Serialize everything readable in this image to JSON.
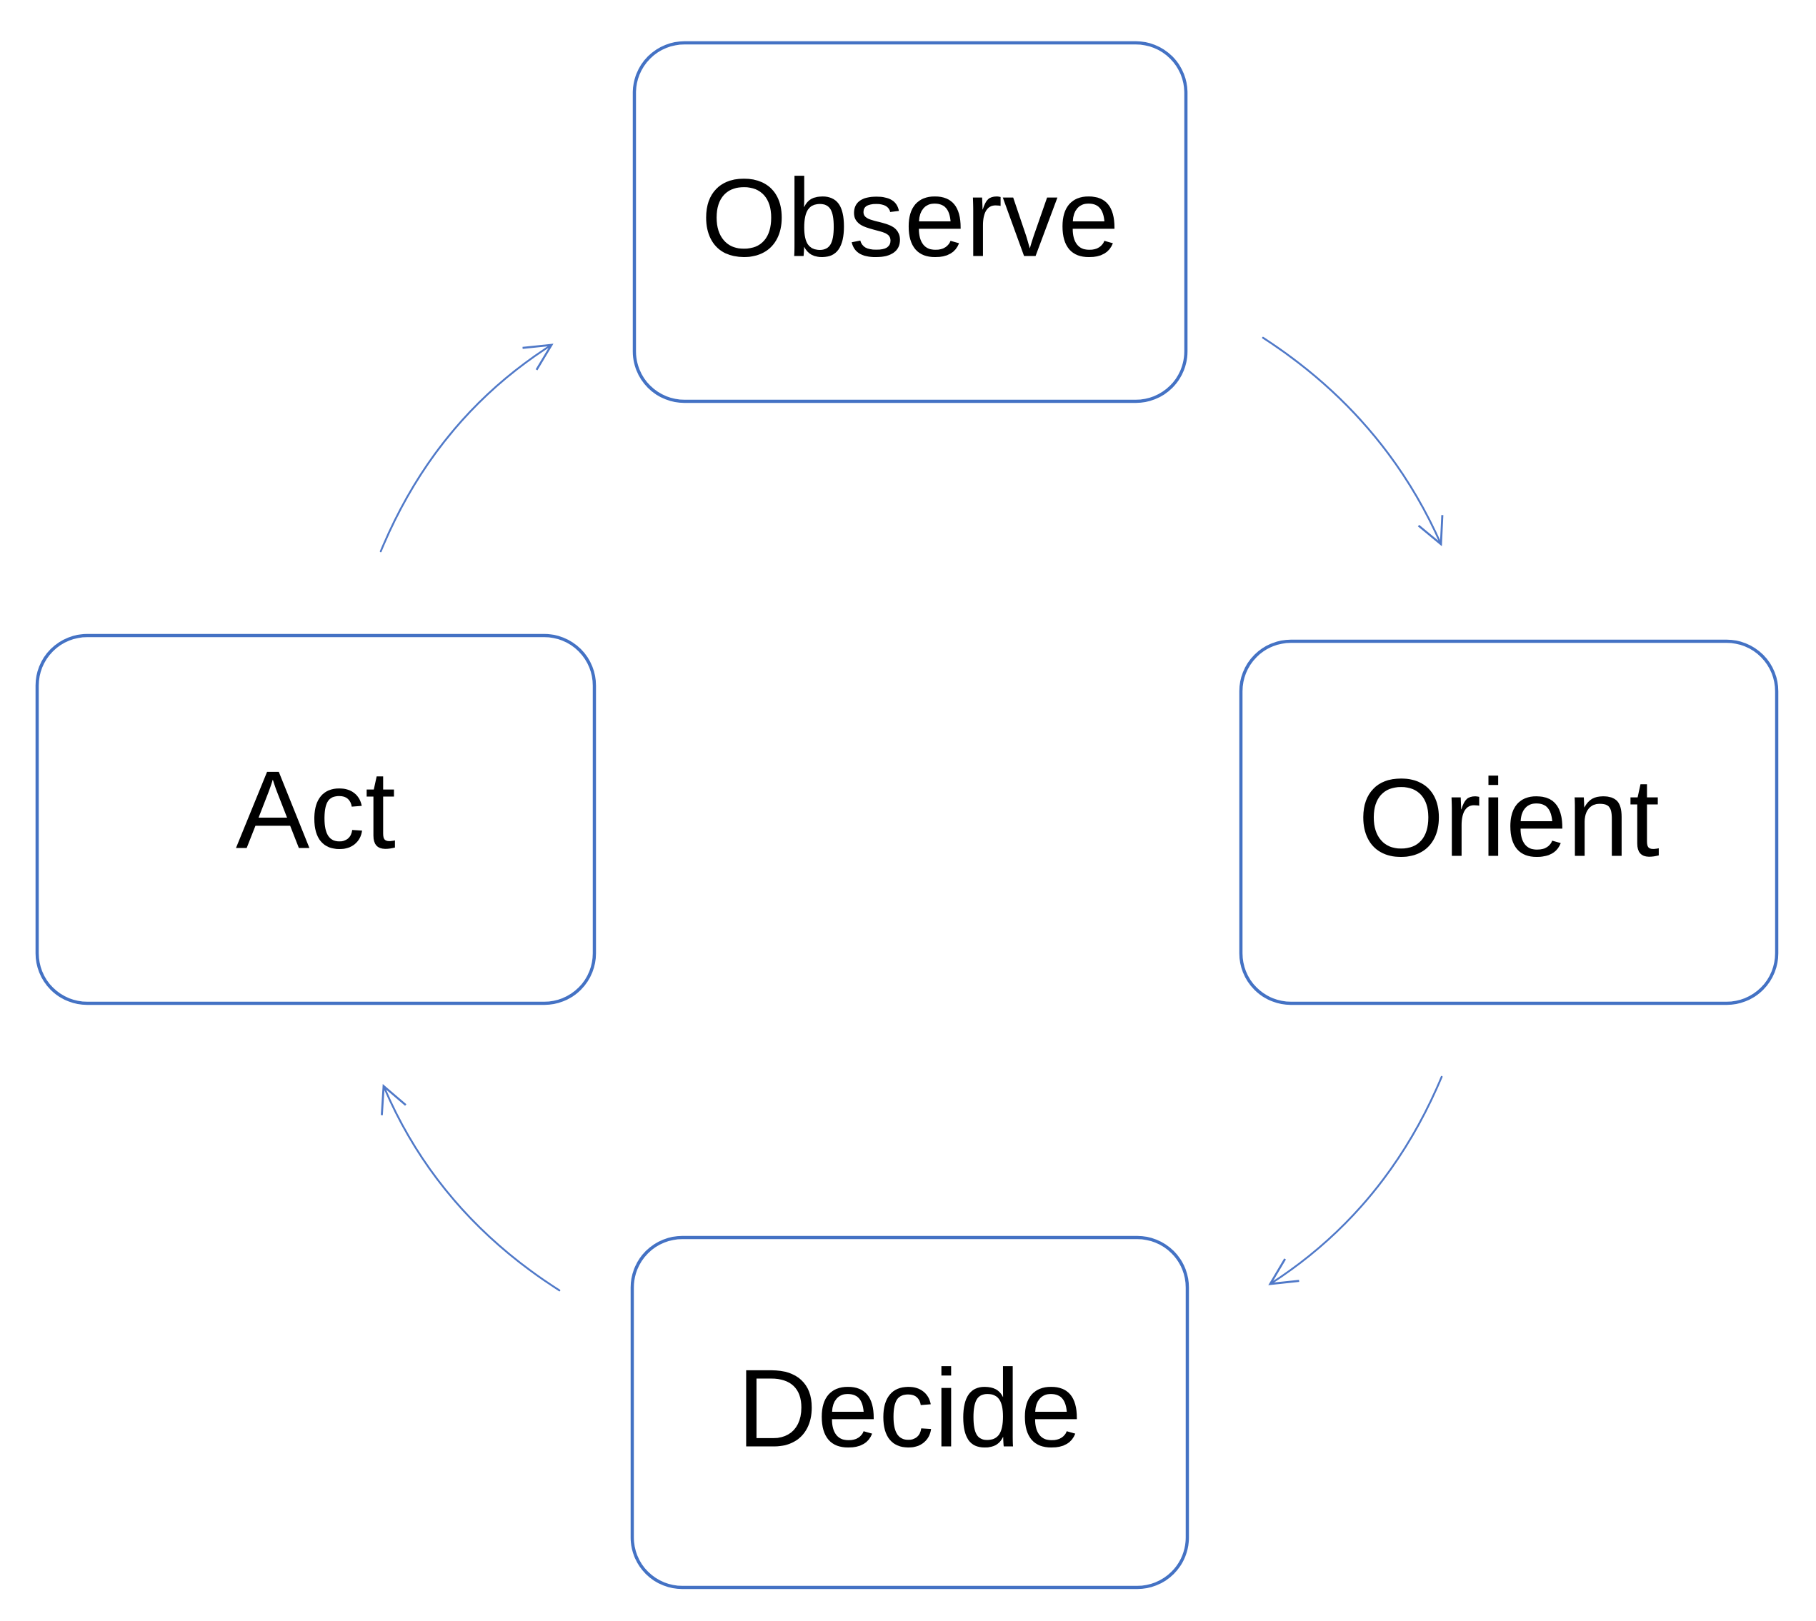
{
  "diagram": {
    "type": "cycle",
    "nodes": [
      {
        "id": "observe",
        "label": "Observe"
      },
      {
        "id": "orient",
        "label": "Orient"
      },
      {
        "id": "decide",
        "label": "Decide"
      },
      {
        "id": "act",
        "label": "Act"
      }
    ],
    "edges": [
      {
        "from": "Observe",
        "to": "Orient"
      },
      {
        "from": "Orient",
        "to": "Decide"
      },
      {
        "from": "Decide",
        "to": "Act"
      },
      {
        "from": "Act",
        "to": "Observe"
      }
    ],
    "colors": {
      "box_border": "#4472C4",
      "arrow": "#5079C8",
      "text": "#000000",
      "background": "#FFFFFF"
    }
  }
}
